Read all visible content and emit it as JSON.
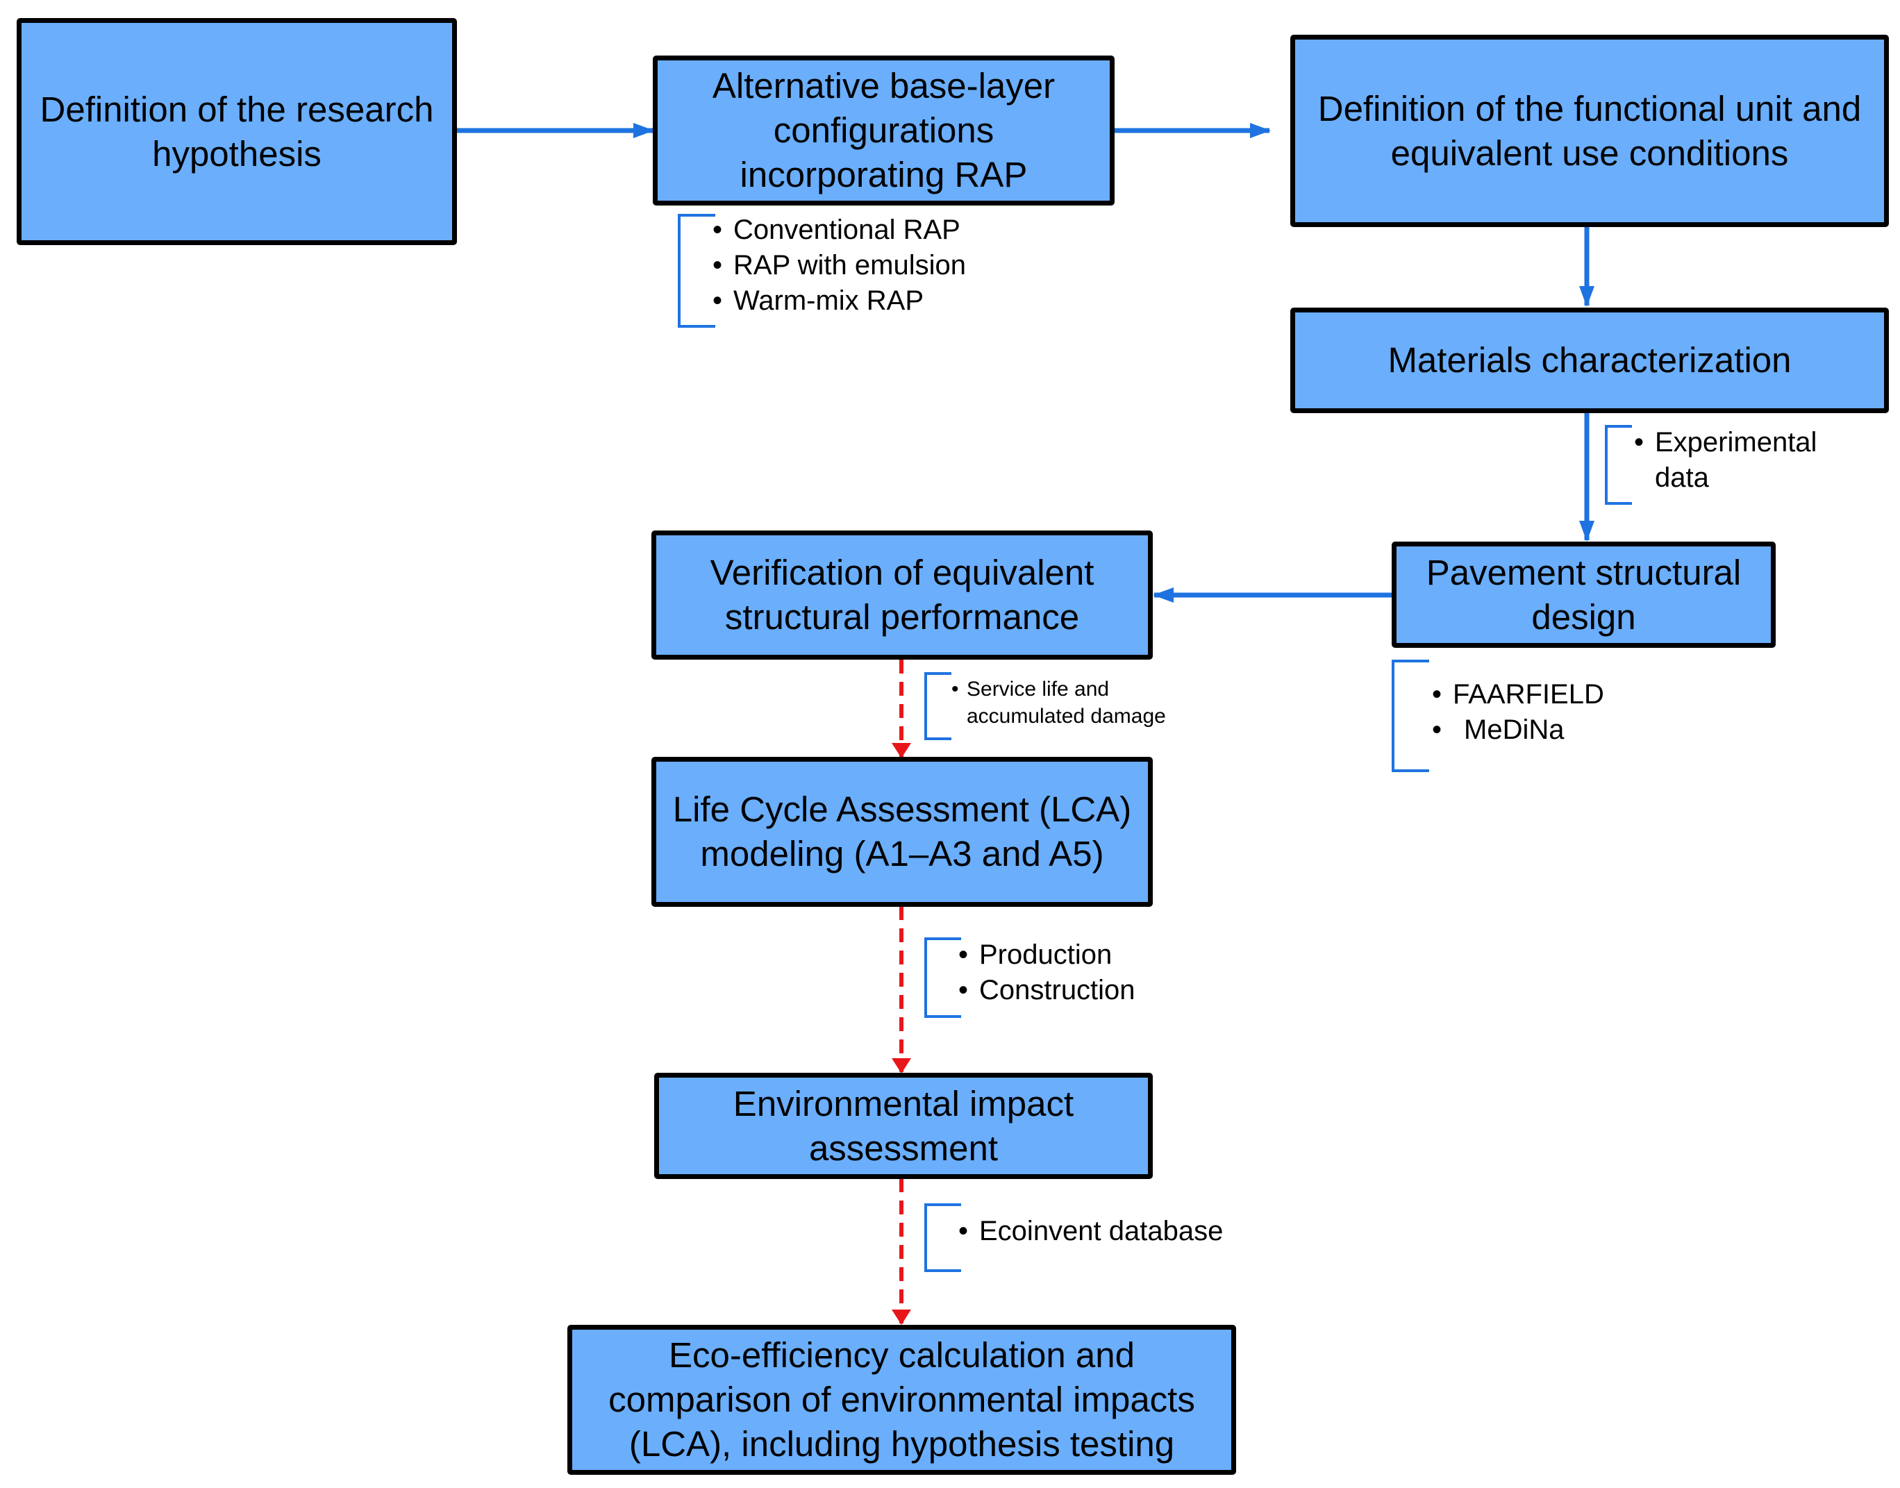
{
  "colors": {
    "box_fill": "#6aaefc",
    "solid_arrow": "#1f73e0",
    "dashed_arrow": "#e8161b",
    "bracket": "#1f73e0"
  },
  "boxes": {
    "research_hypothesis": "Definition of the research hypothesis",
    "base_layer": "Alternative base-layer configurations incorporating RAP",
    "functional_unit": "Definition of the functional unit and equivalent use conditions",
    "materials": "Materials characterization",
    "pavement_design": "Pavement structural design",
    "verification": "Verification of equivalent structural performance",
    "lca_modeling": "Life Cycle Assessment (LCA) modeling (A1–A3 and A5)",
    "environmental_impact": "Environmental impact assessment",
    "eco_efficiency": "Eco-efficiency calculation and comparison of environmental impacts (LCA), including hypothesis testing"
  },
  "notes": {
    "rap_types": [
      "Conventional RAP",
      "RAP with emulsion",
      "Warm-mix RAP"
    ],
    "materials_data": [
      "Experimental data"
    ],
    "design_tools": [
      "FAARFIELD",
      "MeDiNa"
    ],
    "verification_criteria": [
      "Service life and accumulated damage"
    ],
    "lca_stages": [
      "Production",
      "Construction"
    ],
    "database": [
      "Ecoinvent database"
    ]
  }
}
